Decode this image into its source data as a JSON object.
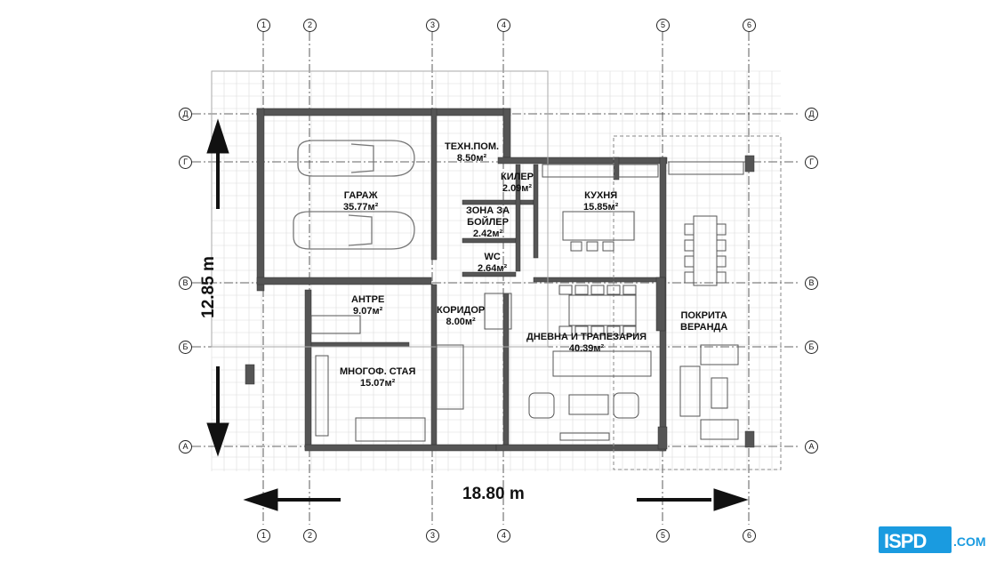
{
  "axes_columns": [
    "1",
    "2",
    "3",
    "4",
    "5",
    "6"
  ],
  "axes_rows": [
    "Д",
    "Г",
    "В",
    "Б",
    "А"
  ],
  "rooms": {
    "garage": {
      "name": "ГАРАЖ",
      "area": "35.77м²"
    },
    "tech": {
      "name": "ТЕХН.ПОМ.",
      "area": "8.50м²"
    },
    "kiler": {
      "name": "КИЛЕР",
      "area": "2.09м²"
    },
    "kitchen": {
      "name": "КУХНЯ",
      "area": "15.85м²"
    },
    "boiler": {
      "name1": "ЗОНА ЗА",
      "name2": "БОЙЛЕР",
      "area": "2.42м²"
    },
    "wc": {
      "name": "WC",
      "area": "2.64м²"
    },
    "antre": {
      "name": "АНТРЕ",
      "area": "9.07м²"
    },
    "corridor": {
      "name": "КОРИДОР",
      "area": "8.00м²"
    },
    "living": {
      "name": "ДНЕВНА И ТРАПЕЗАРИЯ",
      "area": "40.39м²"
    },
    "veranda": {
      "name1": "ПОКРИТА",
      "name2": "ВЕРАНДА"
    },
    "multi": {
      "name": "МНОГОФ. СТАЯ",
      "area": "15.07м²"
    }
  },
  "dimensions": {
    "width": "18.80 m",
    "depth": "12.85 m"
  },
  "logo": {
    "main": "ISPD",
    "domain": ".COM"
  },
  "colors": {
    "wall": "#555555",
    "grid": "#c8c8c8",
    "axis": "#222222",
    "logo": "#1a9be0"
  }
}
